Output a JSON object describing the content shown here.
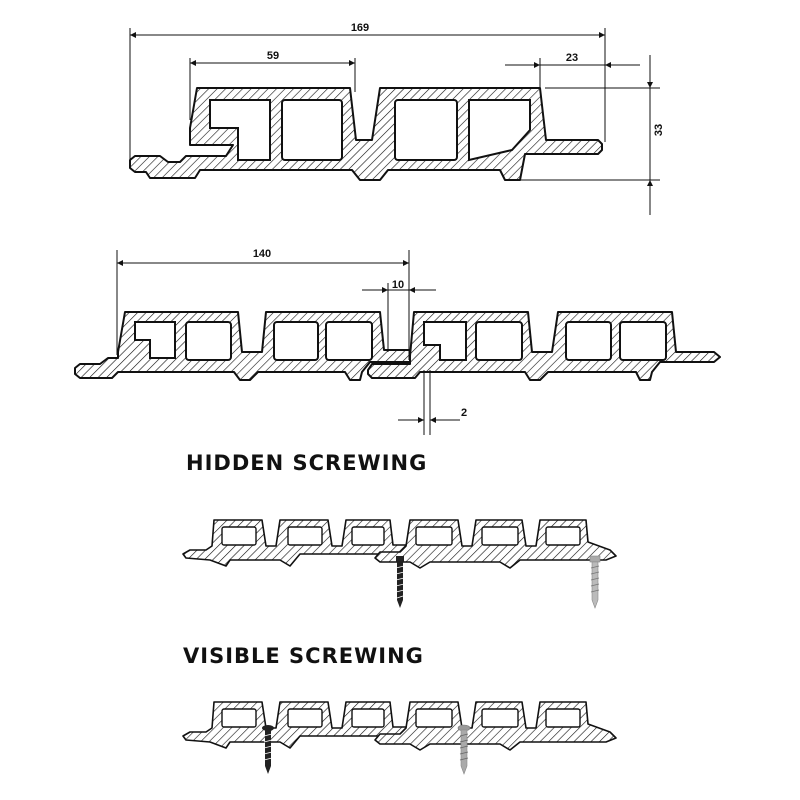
{
  "colors": {
    "ink": "#111111",
    "screw_dark": "#222222",
    "screw_light": "#9a9a9a"
  },
  "drawing_1": {
    "overall_width": "169",
    "chamber_width": "59",
    "lip_width": "23",
    "height": "33"
  },
  "drawing_2": {
    "cover_width": "140",
    "overlap": "10",
    "gap": "2"
  },
  "headings": {
    "hidden": "HIDDEN SCREWING",
    "visible": "VISIBLE SCREWING"
  },
  "icons": {
    "screw": "screw-icon",
    "arrow": "dimension-arrow-icon"
  }
}
